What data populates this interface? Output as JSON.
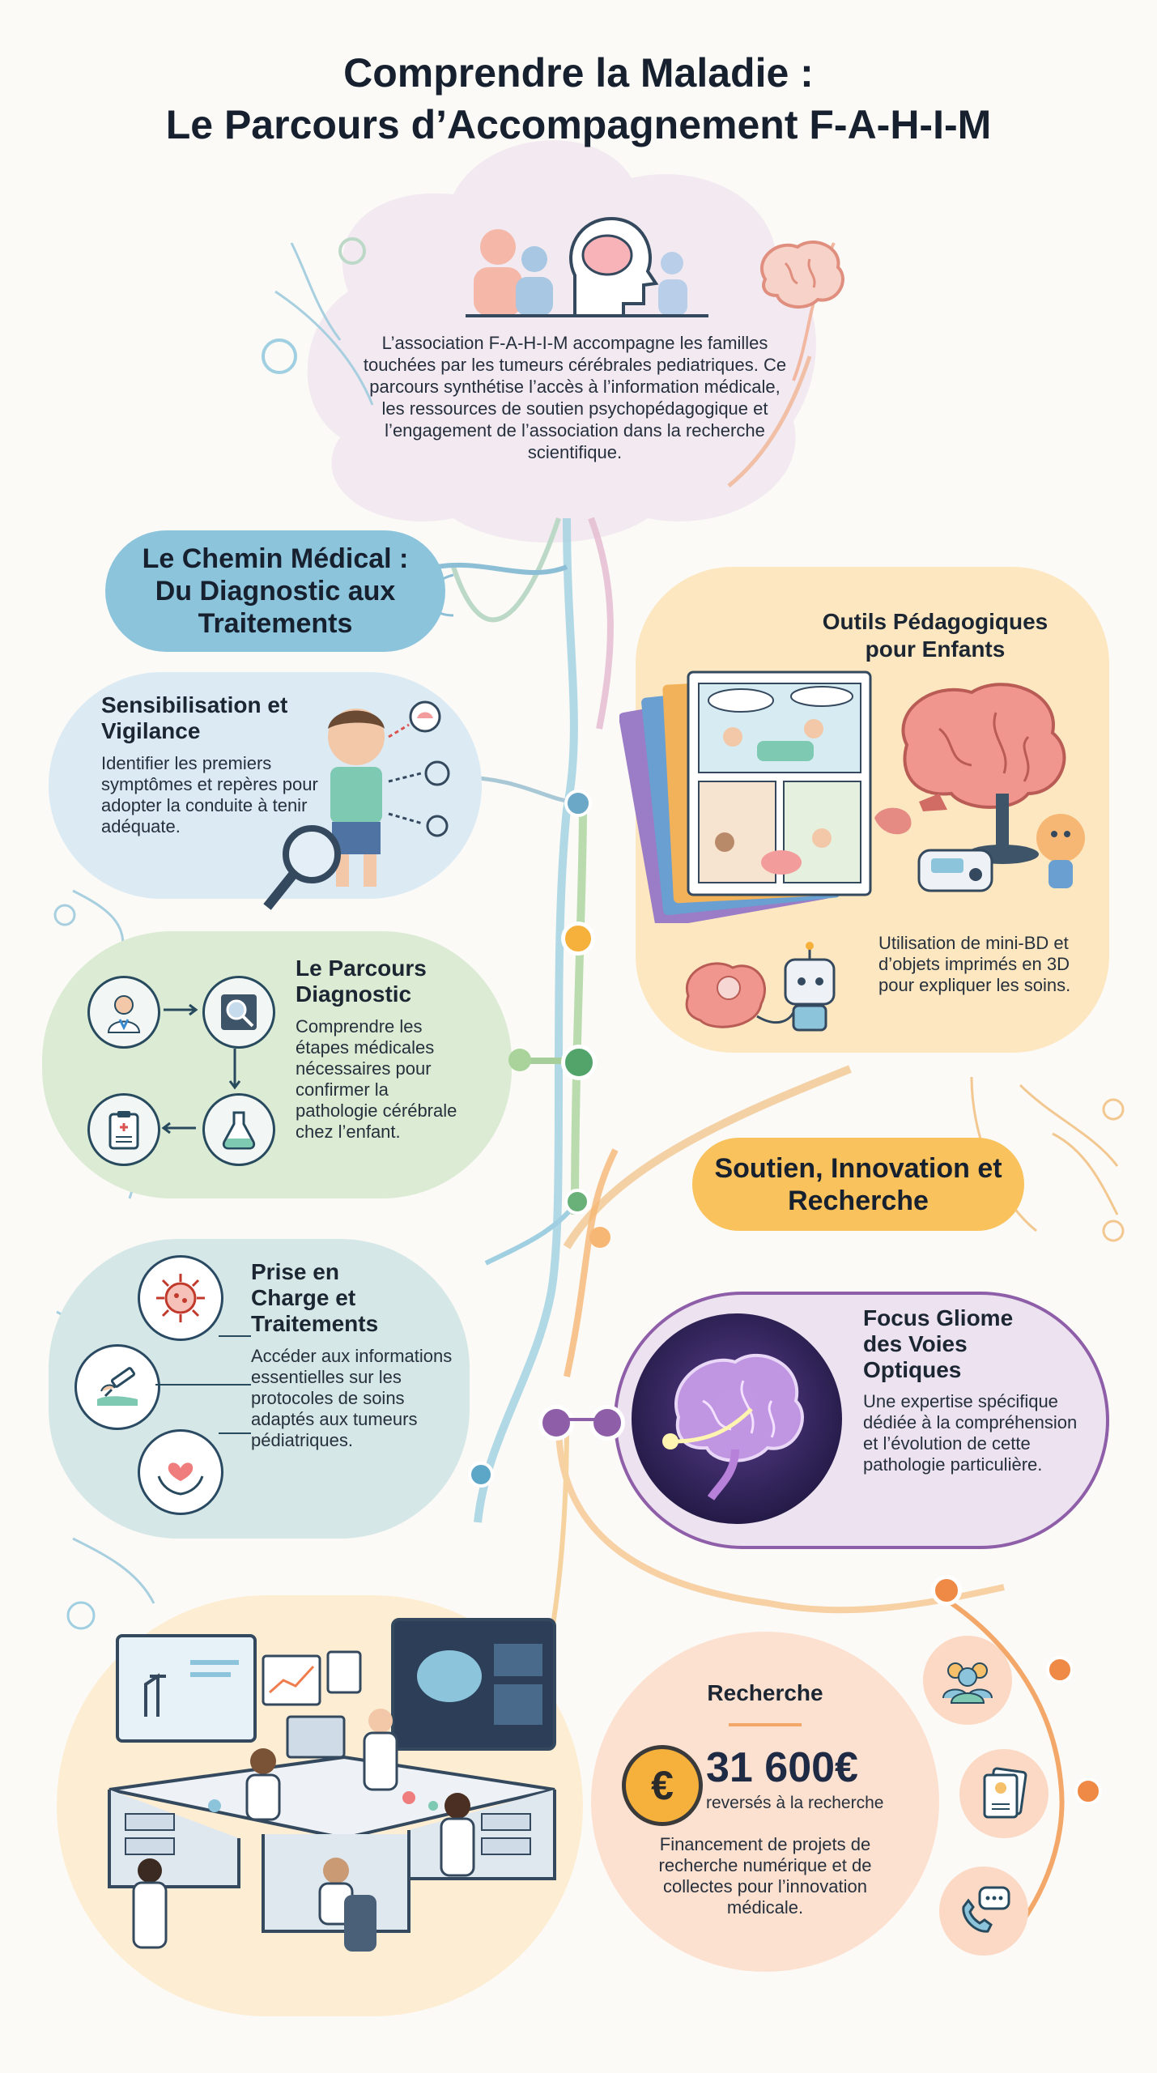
{
  "title": {
    "line1": "Comprendre la Maladie :",
    "line2": "Le Parcours d’Accompagnement F-A-H-I-M"
  },
  "intro": {
    "text": "L’association F-A-H-I-M accompagne les familles touchées par les tumeurs cérébrales pediatriques. Ce parcours synthétise l’accès à l’information médicale, les ressources de soutien psychopédagogique et l’engagement de l’association dans la recherche scientifique."
  },
  "medical": {
    "heading": "Le Chemin Médical : Du Diagnostic aux Traitements",
    "color": "#8cc4dc",
    "cards": [
      {
        "title": "Sensibilisation et Vigilance",
        "text": "Identifier les premiers symptômes et repères pour adopter la conduite à tenir adéquate.",
        "icon": "magnifier-child-icon"
      },
      {
        "title": "Le Parcours Diagnostic",
        "text": "Comprendre les étapes médicales nécessaires pour confirmer la pathologie cérébrale chez l’enfant.",
        "icon": "diagnostic-cycle-icon"
      },
      {
        "title": "Prise en Charge et Traitements",
        "text": "Accéder aux informations essentielles sur les protocoles de soins adaptés aux tumeurs pédiatriques.",
        "icon": "treatment-icon"
      }
    ]
  },
  "tools": {
    "heading": "Outils Pédagogiques pour Enfants",
    "text": "Utilisation de mini-BD et d’objets imprimés en 3D pour expliquer les soins.",
    "color": "#fde7c0"
  },
  "support": {
    "heading": "Soutien, Innovation et Recherche",
    "color": "#f9c25c",
    "focus": {
      "title": "Focus Gliome des Voies Optiques",
      "text": "Une expertise spécifique dédiée à la compréhension et l’évolution de cette pathologie particulière."
    },
    "research": {
      "title": "Recherche",
      "amount": "31 600€",
      "amount_caption": "reversés à la recherche",
      "currency_symbol": "€",
      "text": "Financement de projets de recherche numérique et de collectes pour l’innovation médicale."
    }
  }
}
